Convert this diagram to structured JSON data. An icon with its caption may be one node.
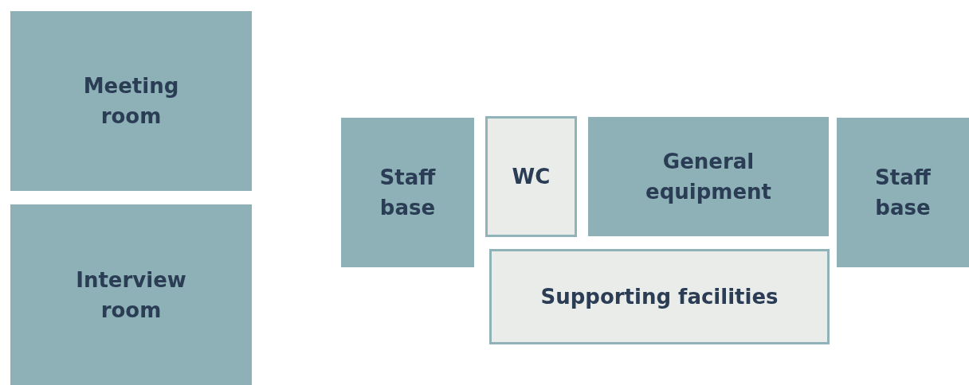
{
  "diagram": {
    "nodes": [
      {
        "text": [
          "Meeting room"
        ]
      },
      {
        "text": [
          "Interview room"
        ]
      },
      {
        "text": [
          "Staff base"
        ]
      },
      {
        "text": [
          "WC"
        ]
      },
      {
        "text": [
          "General equipment"
        ]
      },
      {
        "text": [
          "Staff base"
        ]
      },
      {
        "text": [
          "Supporting facilities"
        ]
      }
    ]
  }
}
